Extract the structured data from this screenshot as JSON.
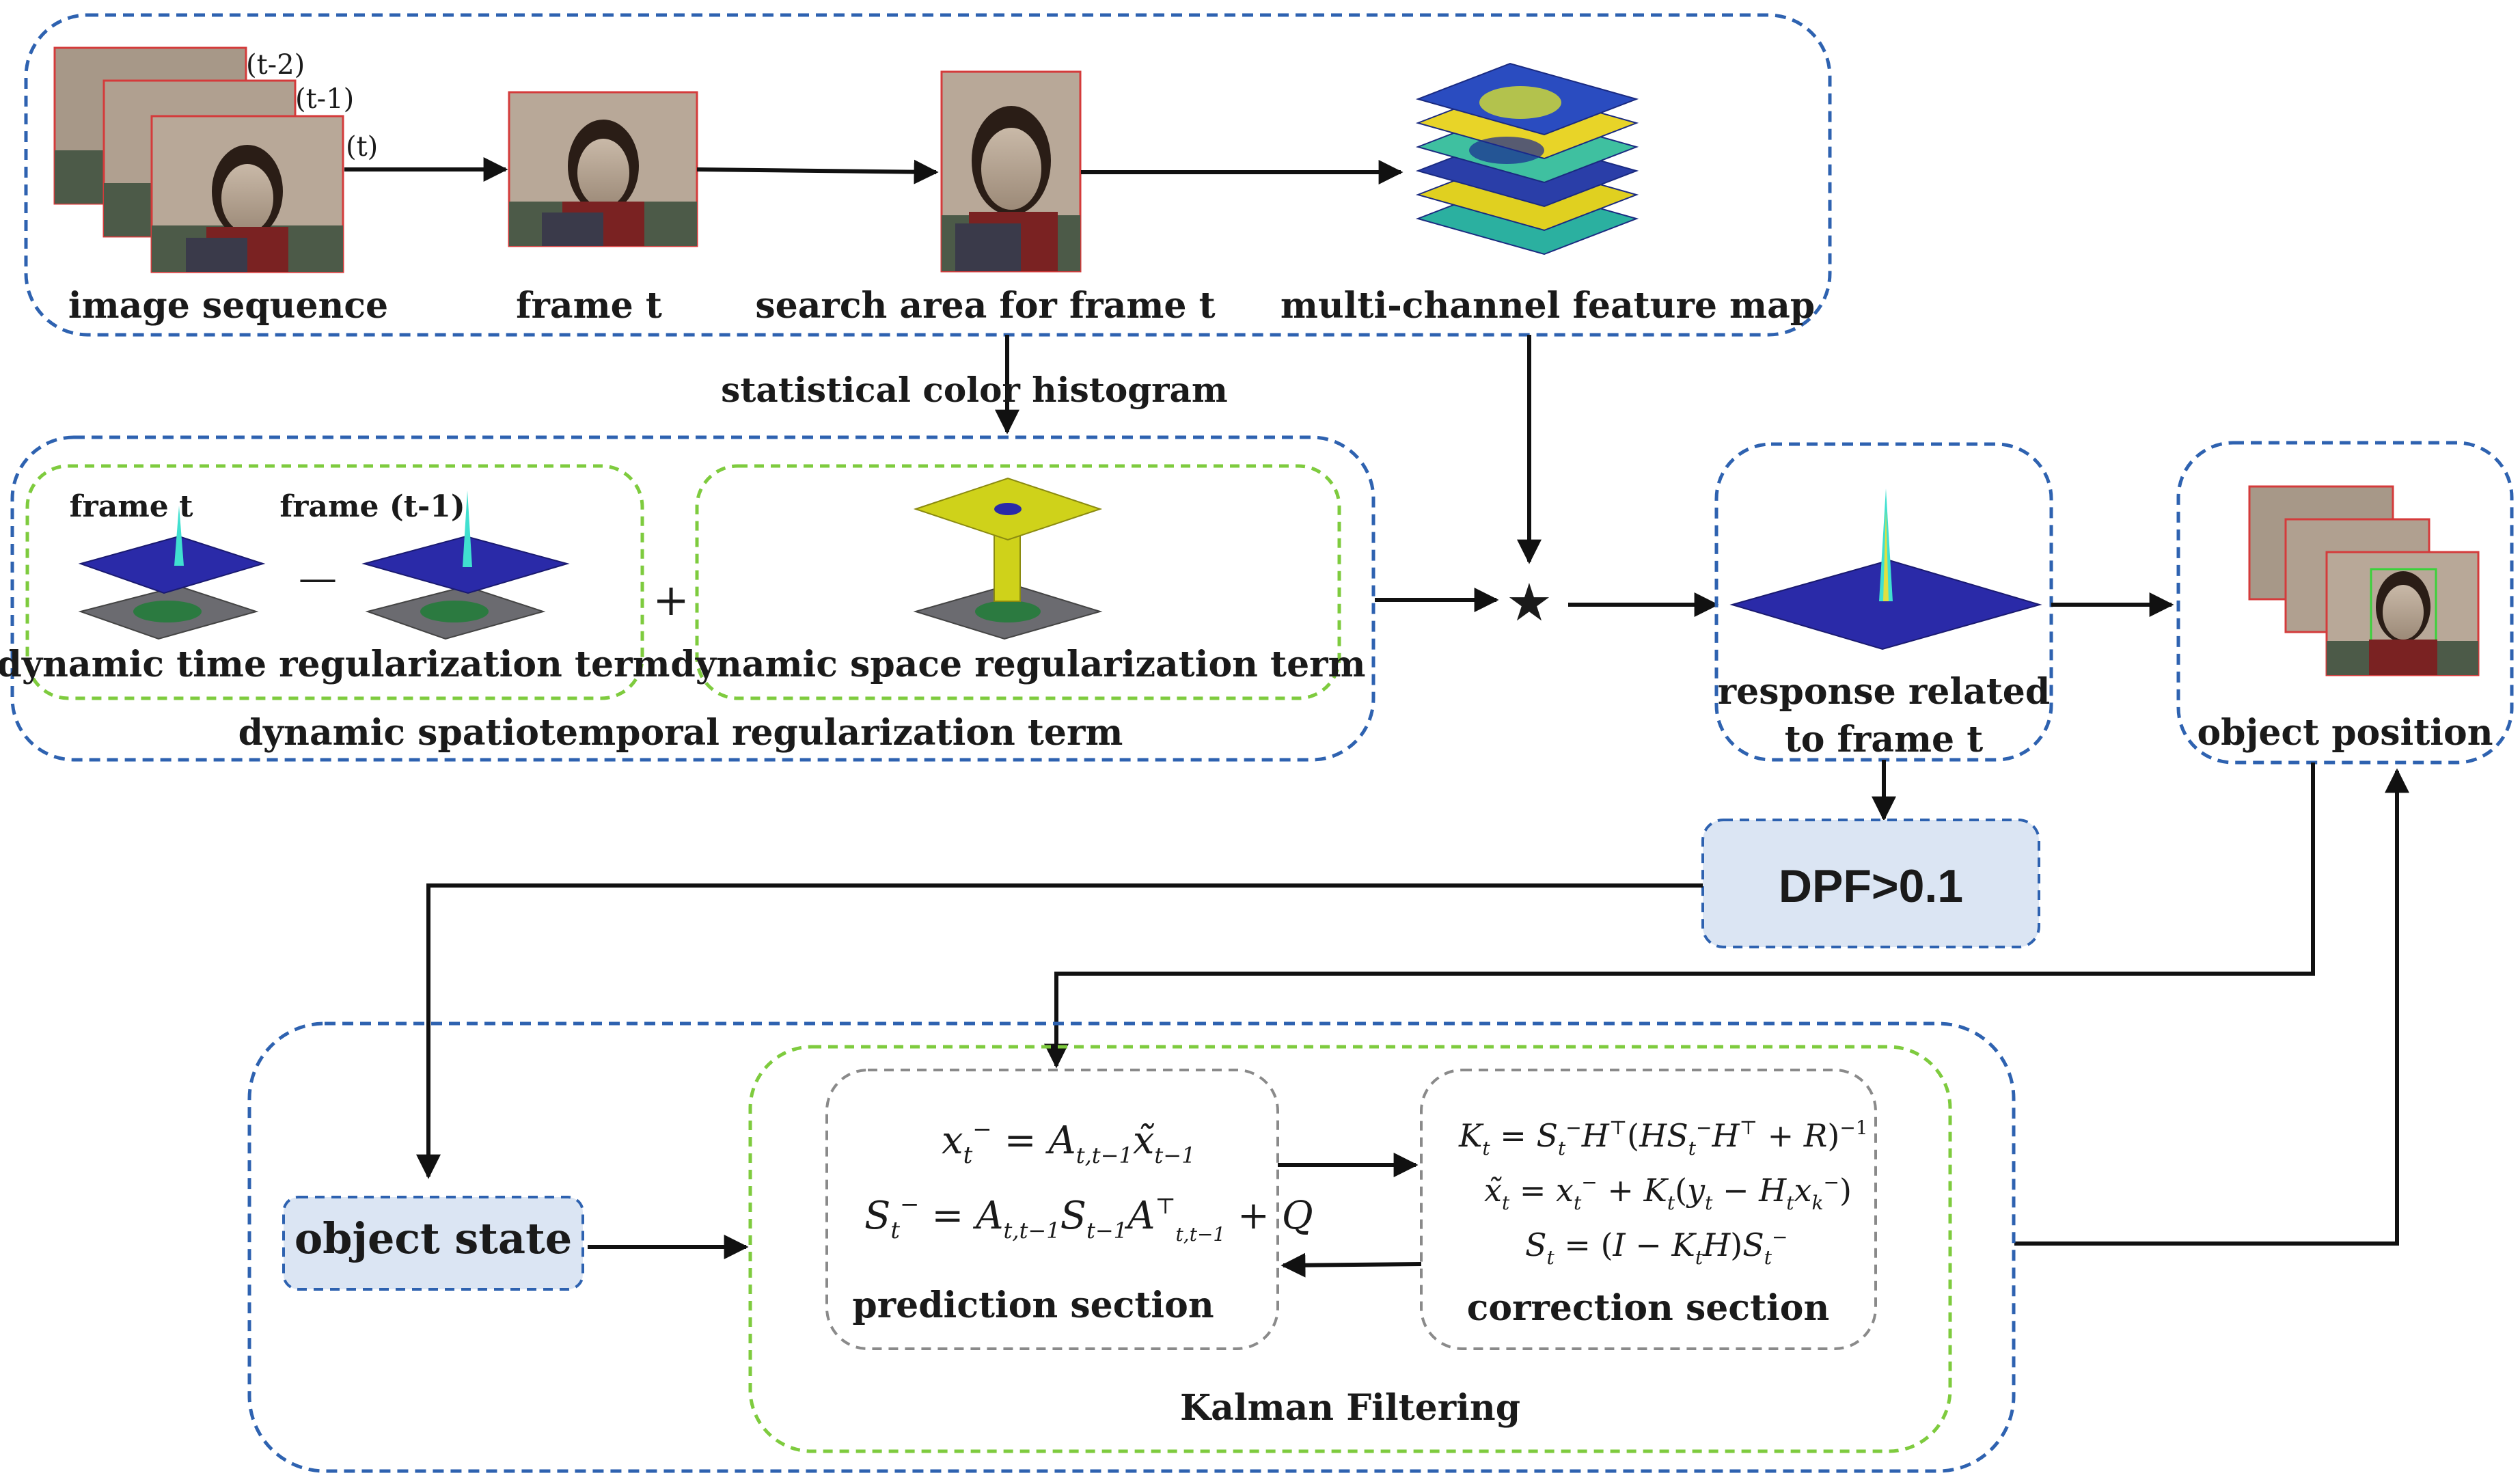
{
  "colors": {
    "blue_dash": "#2e62b0",
    "green_dash": "#7ecb3e",
    "gray_dash": "#8a8a8a",
    "box_fill": "#dbe5f3",
    "arrow": "#111111",
    "surface": "#2a2aa8",
    "peak": "#40e0d0",
    "yellow_plane": "#cfd21a",
    "photo_border": "#d43b3b"
  },
  "top": {
    "labels": {
      "image_sequence": "image sequence",
      "frame_t": "frame t",
      "search_area": "search area for frame t",
      "feature_map": "multi-channel feature map"
    },
    "frame_tags": {
      "t2": "(t-2)",
      "t1": "(t-1)",
      "t": "(t)"
    }
  },
  "histogram_label": "statistical color histogram",
  "regularization": {
    "frame_t_label": "frame t",
    "frame_t1_label": "frame (t-1)",
    "minus": "—",
    "plus": "+",
    "time_term": "dynamic time regularization term",
    "space_term": "dynamic space regularization term",
    "group_label": "dynamic spatiotemporal regularization term"
  },
  "operator": "★",
  "response": {
    "line1": "response related",
    "line2": "to frame t"
  },
  "object_position": "object position",
  "dpf": "DPF>0.1",
  "object_state": "object state",
  "kalman": {
    "title": "Kalman Filtering",
    "prediction_label": "prediction section",
    "correction_label": "correction section"
  }
}
